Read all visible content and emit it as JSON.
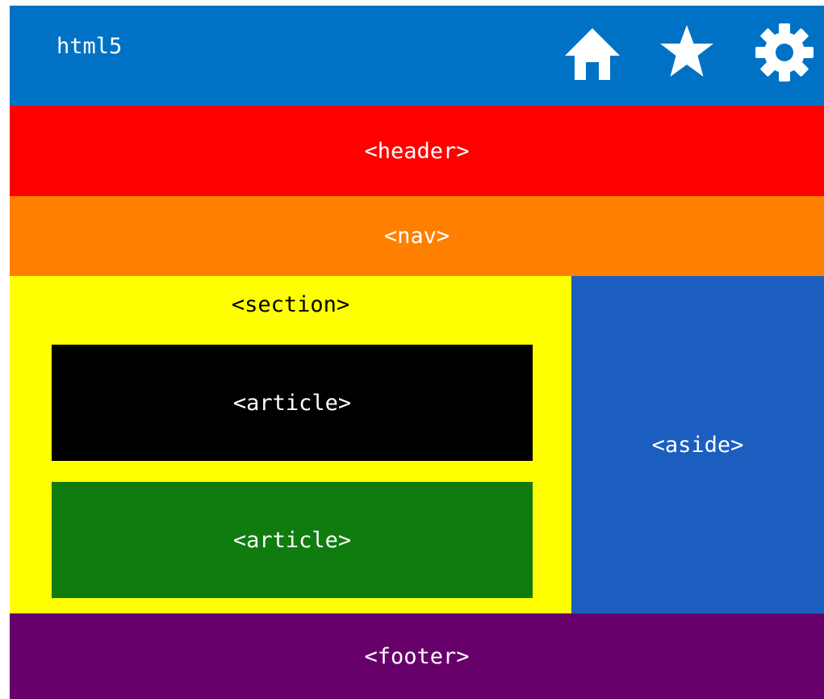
{
  "topbar": {
    "title": "html5",
    "icons": [
      "home-icon",
      "star-icon",
      "gear-icon"
    ]
  },
  "blocks": {
    "header": "<header>",
    "nav": "<nav>",
    "section": "<section>",
    "article_1": "<article>",
    "article_2": "<article>",
    "aside": "<aside>",
    "footer": "<footer>"
  },
  "colors": {
    "topbar": "#0072C6",
    "header": "#FF0000",
    "nav": "#FF8000",
    "section": "#FFFF00",
    "article_1": "#000000",
    "article_2": "#107C10",
    "aside": "#1B5EBF",
    "footer": "#68006B",
    "light_text": "#FFFFFF",
    "dark_text": "#000000"
  }
}
